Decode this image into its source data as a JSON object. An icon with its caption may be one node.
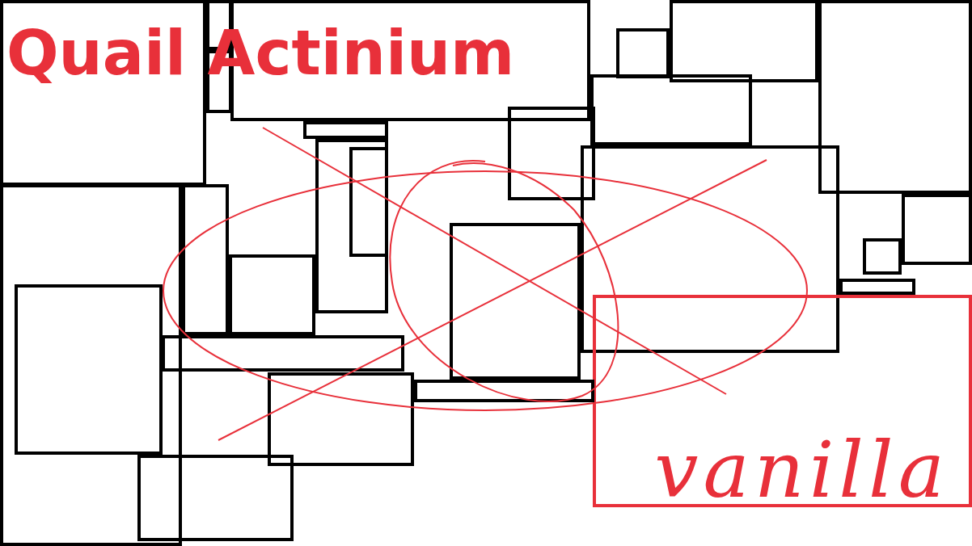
{
  "diagram": {
    "title": "Quail Actinium",
    "nodes": [
      {
        "text": [],
        "shape": "box"
      },
      {
        "text": [],
        "shape": "box"
      },
      {
        "text": [],
        "shape": "box"
      },
      {
        "text": [],
        "shape": "box"
      },
      {
        "text": [],
        "shape": "box"
      },
      {
        "text": [],
        "shape": "box"
      },
      {
        "text": [],
        "shape": "box"
      },
      {
        "text": [],
        "shape": "box"
      },
      {
        "text": [],
        "shape": "box"
      },
      {
        "text": [],
        "shape": "box"
      },
      {
        "text": [],
        "shape": "box"
      },
      {
        "text": [],
        "shape": "box",
        "in": 10
      },
      {
        "text": [],
        "shape": "box"
      },
      {
        "text": [],
        "shape": "box"
      },
      {
        "text": [],
        "shape": "box"
      },
      {
        "text": [],
        "shape": "box"
      },
      {
        "text": [],
        "shape": "box"
      },
      {
        "text": [],
        "shape": "box"
      },
      {
        "text": [],
        "shape": "box"
      },
      {
        "text": [],
        "shape": "box"
      },
      {
        "text": [],
        "shape": "box",
        "in": 13
      },
      {
        "text": [
          "vanilla"
        ]
      },
      {
        "text": [],
        "shape": "box"
      },
      {
        "text": [],
        "shape": "box"
      },
      {
        "text": [],
        "shape": "box"
      },
      {
        "text": [],
        "shape": "box"
      }
    ]
  }
}
